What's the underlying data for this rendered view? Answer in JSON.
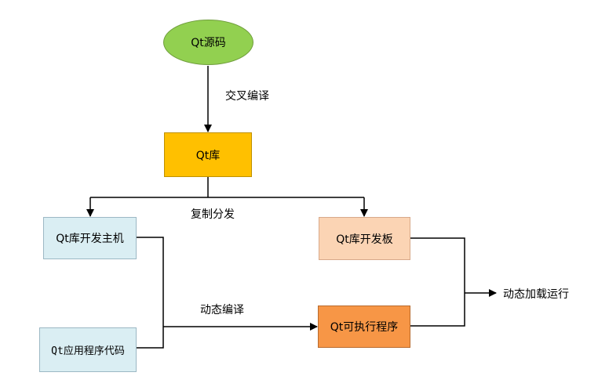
{
  "diagram": {
    "nodes": {
      "source": {
        "text": "Qt源码",
        "fill": "#92d050"
      },
      "lib": {
        "text": "Qt库",
        "fill": "#ffc000"
      },
      "host": {
        "text": "Qt库开发主机",
        "fill": "#daeef3"
      },
      "board": {
        "text": "Qt库开发板",
        "fill": "#fbd4b4"
      },
      "appsrc": {
        "text": "Qt应用程序代码",
        "fill": "#daeef3"
      },
      "exe": {
        "text": "Qt可执行程序",
        "fill": "#f79646"
      }
    },
    "edge_labels": {
      "cross_compile": "交叉编译",
      "copy_distribute": "复制分发",
      "dynamic_compile": "动态编译",
      "dynamic_load_run": "动态加载运行"
    },
    "colors": {
      "stroke": "#000000",
      "border": "#7f7f7f"
    }
  }
}
